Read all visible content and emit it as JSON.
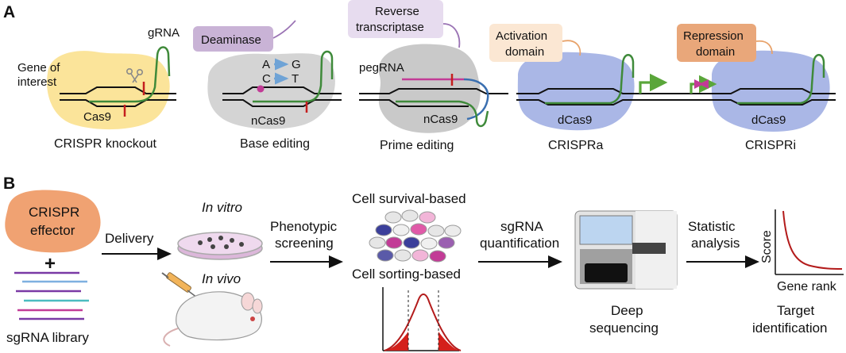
{
  "panels": {
    "a": {
      "letter": "A"
    },
    "b": {
      "letter": "B"
    }
  },
  "panel_a": {
    "knockout": {
      "grna_label": "gRNA",
      "gene_label_line1": "Gene of",
      "gene_label_line2": "interest",
      "protein_label": "Cas9",
      "caption": "CRISPR knockout",
      "color": "#fbe49a"
    },
    "base_editing": {
      "enzyme_label": "Deaminase",
      "conv1_from": "A",
      "conv1_to": "G",
      "conv2_from": "C",
      "conv2_to": "T",
      "protein_label": "nCas9",
      "caption": "Base editing",
      "enzyme_color": "#c9b3d6"
    },
    "prime_editing": {
      "enzyme_line1": "Reverse",
      "enzyme_line2": "transcriptase",
      "rna_label": "pegRNA",
      "protein_label": "nCas9",
      "caption": "Prime editing",
      "enzyme_color": "#e7dcef"
    },
    "crispra": {
      "domain_line1": "Activation",
      "domain_line2": "domain",
      "protein_label": "dCas9",
      "caption": "CRISPRa",
      "domain_color": "#fbe7d3"
    },
    "crispri": {
      "domain_line1": "Repression",
      "domain_line2": "domain",
      "protein_label": "dCas9",
      "caption": "CRISPRi",
      "domain_color": "#e9a77a"
    }
  },
  "panel_b": {
    "effector_line1": "CRISPR",
    "effector_line2": "effector",
    "plus": "+",
    "library_label": "sgRNA library",
    "delivery_label": "Delivery",
    "in_vitro_label": "In vitro",
    "in_vivo_label": "In vivo",
    "screening_line1": "Phenotypic",
    "screening_line2": "screening",
    "survival_label": "Cell survival-based",
    "sorting_label": "Cell sorting-based",
    "quant_line1": "sgRNA",
    "quant_line2": "quantification",
    "sequencing_line1": "Deep",
    "sequencing_line2": "sequencing",
    "analysis_line1": "Statistic",
    "analysis_line2": "analysis",
    "plot_ylabel": "Score",
    "plot_xlabel": "Gene rank",
    "target_line1": "Target",
    "target_line2": "identification"
  },
  "colors": {
    "gray_protein": "#d4d4d4",
    "dcas9_blue": "#aab7e6",
    "rna_green": "#3f8a3a",
    "mark_red": "#c41e1e",
    "magenta": "#c23b96",
    "peg_blue": "#3a6fb0",
    "arrow_green": "#5aa63a",
    "effector_orange": "#f0a272",
    "curve_red": "#b31b1b"
  }
}
